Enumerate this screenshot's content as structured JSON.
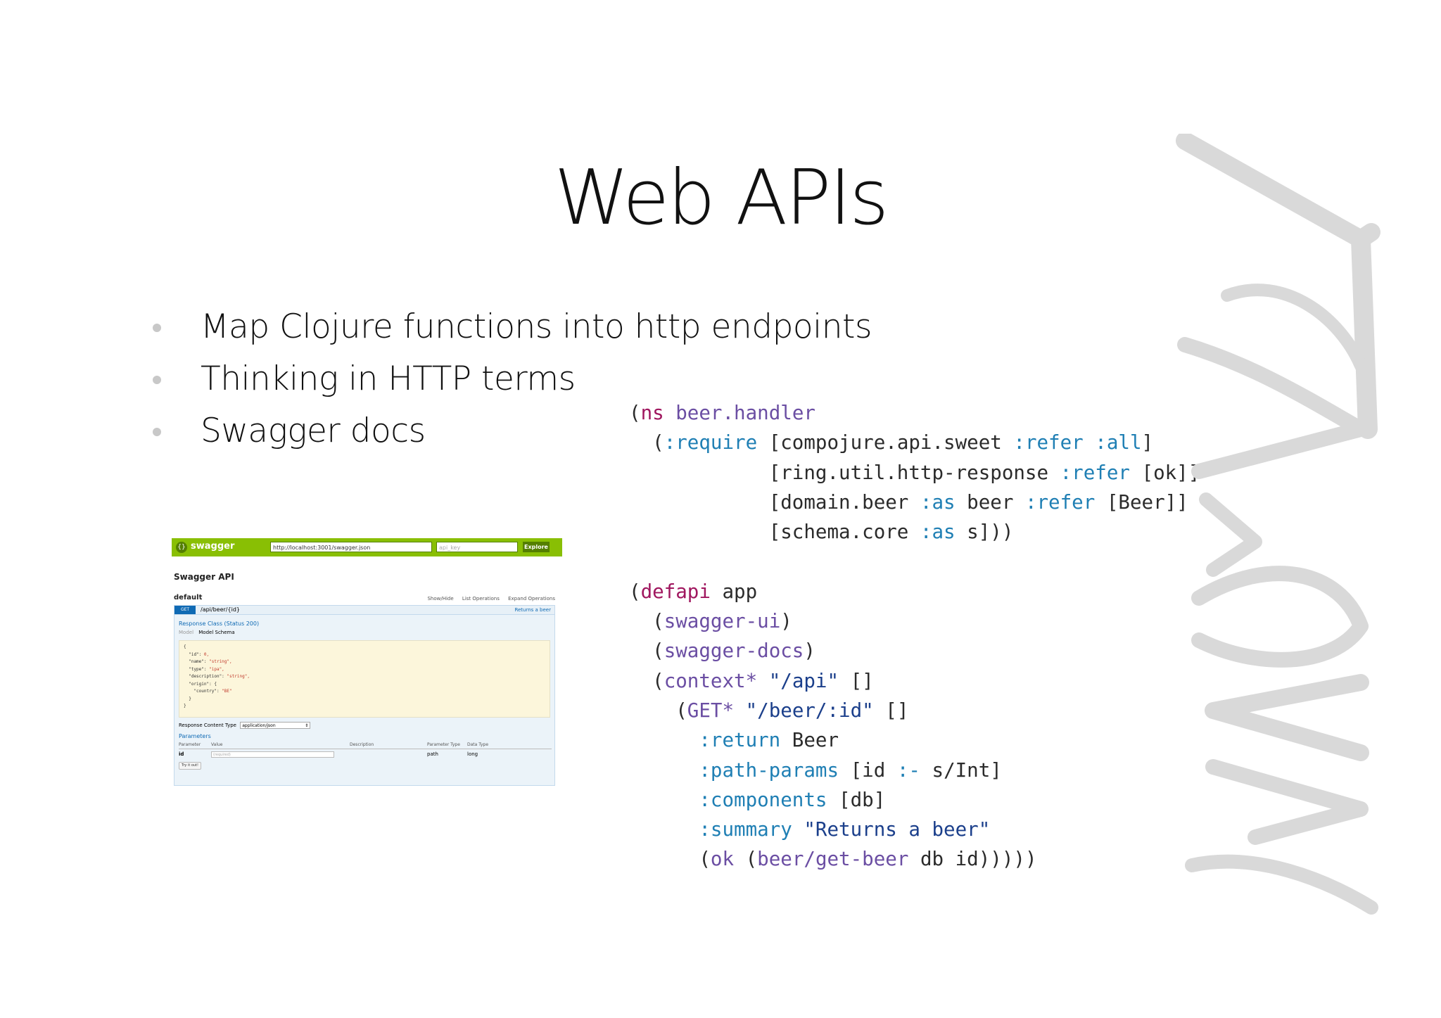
{
  "slide": {
    "title": "Web APIs",
    "bullets": [
      "Map Clojure functions into http endpoints",
      "Thinking in HTTP terms",
      "Swagger docs"
    ]
  },
  "colors": {
    "keyword": "#a0175f",
    "function": "#6b4ea3",
    "clojure_keyword": "#1f7fb4",
    "string": "#1b3f8b",
    "swagger_green": "#89bf04",
    "swagger_dark_green": "#547f00",
    "get_badge": "#0f6ab4"
  },
  "code": {
    "l1": {
      "p": "(",
      "ns": "ns",
      "name": "beer.handler"
    },
    "l2": {
      "p": "(",
      "req": ":require",
      "b": " [compojure.api.sweet ",
      "k1": ":refer",
      "k2": ":all",
      "e": "]"
    },
    "l3": {
      "b": "[ring.util.http-response ",
      "k1": ":refer",
      "e": " [ok]]"
    },
    "l4": {
      "b": "[domain.beer ",
      "k1": ":as",
      "m": " beer ",
      "k2": ":refer",
      "e": " [Beer]]"
    },
    "l5": {
      "b": "[schema.core ",
      "k1": ":as",
      "e": " s]))"
    },
    "l6": {
      "p": "(",
      "kw": "defapi",
      "e": " app"
    },
    "l7": {
      "p": "(",
      "fn": "swagger-ui",
      "e": ")"
    },
    "l8": {
      "p": "(",
      "fn": "swagger-docs",
      "e": ")"
    },
    "l9": {
      "p": "(",
      "fn": "context*",
      "s": "\"/api\"",
      "e": " []"
    },
    "l10": {
      "p": "(",
      "fn": "GET*",
      "s": "\"/beer/:id\"",
      "e": " []"
    },
    "l11": {
      "k": ":return",
      "e": " Beer"
    },
    "l12": {
      "k": ":path-params",
      "a": " [id ",
      "k2": ":-",
      "e": " s/Int]"
    },
    "l13": {
      "k": ":components",
      "e": " [db]"
    },
    "l14": {
      "k": ":summary",
      "s": "\"Returns a beer\""
    },
    "l15": {
      "p": "(",
      "fn": "ok",
      "p2": " (",
      "fn2": "beer/get-beer",
      "e": " db id)))))"
    }
  },
  "swagger": {
    "brand": "swagger",
    "logo": "{}",
    "url": "http://localhost:3001/swagger.json",
    "api_key_placeholder": "api_key",
    "explore": "Explore",
    "title": "Swagger API",
    "section": "default",
    "links": [
      "Show/Hide",
      "List Operations",
      "Expand Operations"
    ],
    "method": "GET",
    "path": "/api/beer/{id}",
    "op_summary": "Returns a beer",
    "response_class": "Response Class (Status 200)",
    "tabs": {
      "model": "Model",
      "schema": "Model Schema"
    },
    "schema_lines": [
      {
        "t": "{",
        "v": ""
      },
      {
        "t": "  \"id\": ",
        "v": "0,"
      },
      {
        "t": "  \"name\": ",
        "v": "\"string\","
      },
      {
        "t": "  \"type\": ",
        "v": "\"ipa\","
      },
      {
        "t": "  \"description\": ",
        "v": "\"string\","
      },
      {
        "t": "  \"origin\": {",
        "v": ""
      },
      {
        "t": "    \"country\": ",
        "v": "\"BE\""
      },
      {
        "t": "  }",
        "v": ""
      },
      {
        "t": "}",
        "v": ""
      }
    ],
    "response_content_type_label": "Response Content Type",
    "content_type": "application/json",
    "parameters": "Parameters",
    "param_headers": [
      "Parameter",
      "Value",
      "Description",
      "Parameter Type",
      "Data Type"
    ],
    "param_row": {
      "name": "id",
      "placeholder": "(required)",
      "type": "path",
      "data_type": "long"
    },
    "try_it": "Try it out!"
  }
}
